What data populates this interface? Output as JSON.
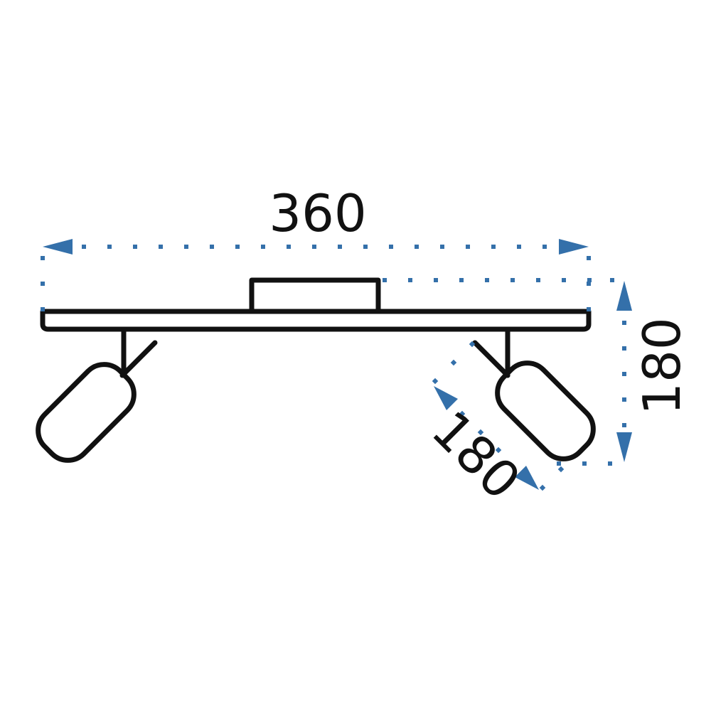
{
  "diagram": {
    "type": "technical-dimension-drawing",
    "subject": "twin spotlight ceiling lamp",
    "colors": {
      "outline": "#111111",
      "dimension": "#3470aa",
      "background": "#ffffff"
    },
    "dimensions": {
      "width": {
        "label": "360",
        "orientation": "horizontal"
      },
      "height": {
        "label": "180",
        "orientation": "vertical"
      },
      "spot_length": {
        "label": "180",
        "orientation": "diagonal"
      }
    },
    "parts": [
      "mounting-bar",
      "mounting-box",
      "left-spotlight",
      "right-spotlight"
    ]
  }
}
